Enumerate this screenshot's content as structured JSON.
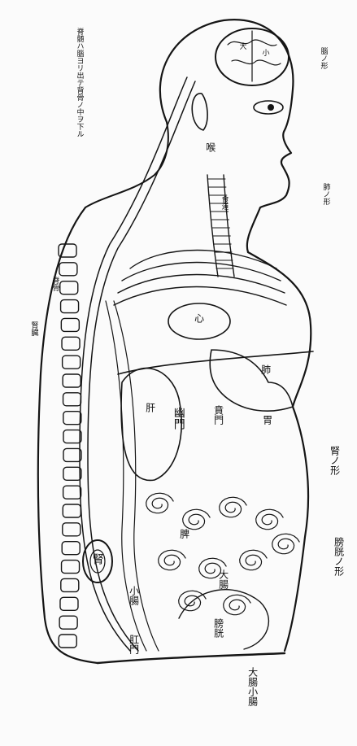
{
  "labels": {
    "brain_1": "大",
    "brain_2": "小",
    "heart": "心",
    "stomach": "胃",
    "pylorus": "幽門",
    "cardia": "賁門",
    "lung": "肺",
    "spleen": "脾",
    "liver": "肝",
    "kidney": "腎",
    "large_intestine": "大腸",
    "small_intestine": "小腸",
    "bladder": "膀胱",
    "anus": "肛門",
    "throat": "喉",
    "esophagus": "食道",
    "spine": "脊"
  },
  "annotations": {
    "top_left": "脊髄ハ腦ヨリ出テ背骨ノ中ヲ下ル",
    "right_top": "腦ノ形",
    "right_mid": "肺ノ形",
    "right_lower_1": "腎ノ形",
    "right_lower_2": "膀胱ノ形",
    "left_mid_1": "脊骨",
    "left_mid_2": "腎臓",
    "bottom_right": "大腸小腸"
  },
  "colors": {
    "ink": "#151515",
    "paper": "#fbfbfb"
  }
}
